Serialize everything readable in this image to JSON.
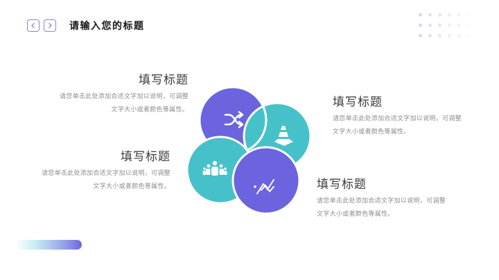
{
  "header": {
    "title": "请输入您的标题",
    "prev_button": "prev-arrow",
    "next_button": "next-arrow"
  },
  "colors": {
    "purple": "#6b64de",
    "teal": "#47c1c9",
    "nav_border": "#8a83e0",
    "title_text": "#1a1a1a",
    "heading_text": "#3a3a3a",
    "body_text": "#8c8c8c"
  },
  "blocks": [
    {
      "id": "top-left",
      "title": "填写标题",
      "line1": "请您单击此处添加合适文字加以说明，可调整",
      "line2": "文字大小或者颜色等属性。"
    },
    {
      "id": "mid-left",
      "title": "填写标题",
      "line1": "请您单击此处添加合适文字加以说明，可调整",
      "line2": "文字大小或者颜色等属性。"
    },
    {
      "id": "top-right",
      "title": "填写标题",
      "line1": "请您单击此处添加合适文字加以说明，可调整",
      "line2": "文字大小或者颜色等属性。"
    },
    {
      "id": "bottom-right",
      "title": "填写标题",
      "line1": "请您单击此处添加合适文字加以说明，可调整",
      "line2": "文字大小或者颜色等属性。"
    }
  ],
  "diagram": {
    "circles": [
      {
        "name": "shuffle-circle",
        "color": "purple",
        "icon": "shuffle-icon"
      },
      {
        "name": "cone-circle",
        "color": "teal",
        "icon": "traffic-cone-icon"
      },
      {
        "name": "team-circle",
        "color": "teal",
        "icon": "team-icon"
      },
      {
        "name": "trend-circle",
        "color": "purple",
        "icon": "trend-line-icon"
      }
    ]
  }
}
